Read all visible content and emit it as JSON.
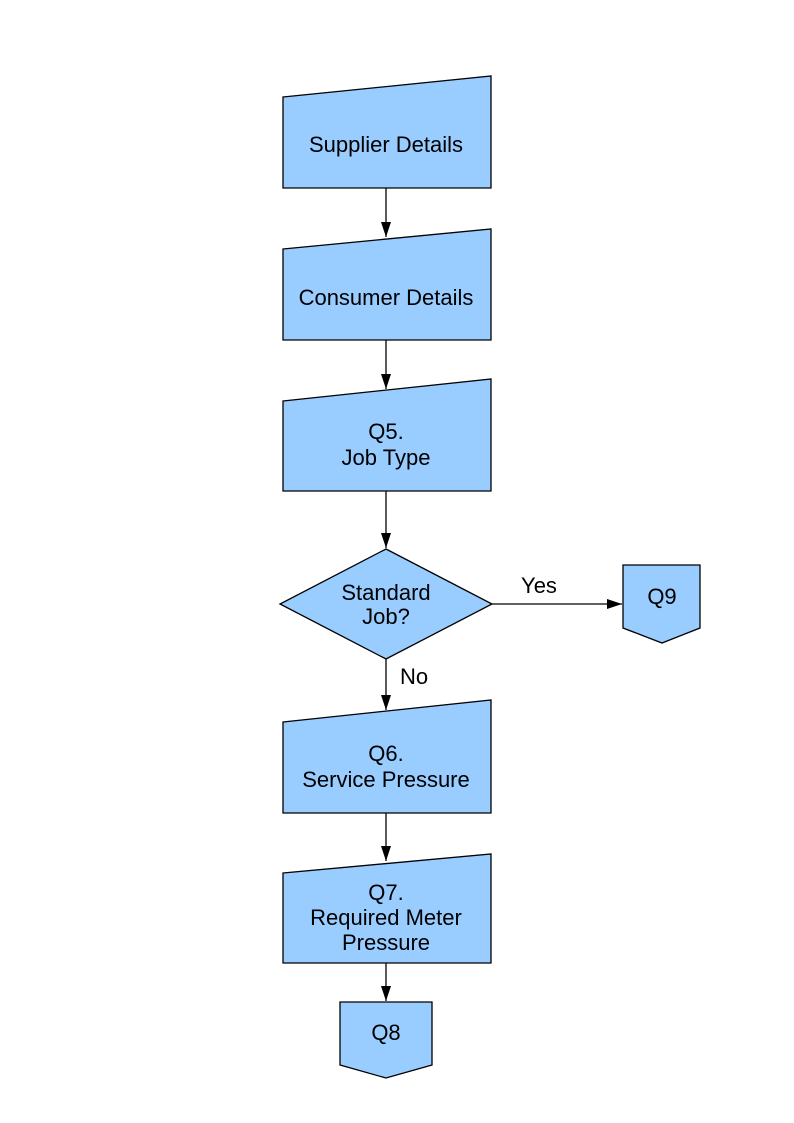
{
  "flowchart": {
    "nodes": {
      "supplier": {
        "type": "manual-input",
        "lines": [
          "Supplier Details"
        ]
      },
      "consumer": {
        "type": "manual-input",
        "lines": [
          "Consumer Details"
        ]
      },
      "q5": {
        "type": "manual-input",
        "lines": [
          "Q5.",
          "Job Type"
        ]
      },
      "standard_job": {
        "type": "decision",
        "lines": [
          "Standard",
          "Job?"
        ]
      },
      "q9": {
        "type": "off-page-connector",
        "lines": [
          "Q9"
        ]
      },
      "q6": {
        "type": "manual-input",
        "lines": [
          "Q6.",
          "Service Pressure"
        ]
      },
      "q7": {
        "type": "manual-input",
        "lines": [
          "Q7.",
          "Required Meter",
          "Pressure"
        ]
      },
      "q8": {
        "type": "off-page-connector",
        "lines": [
          "Q8"
        ]
      }
    },
    "edge_labels": {
      "yes": "Yes",
      "no": "No"
    },
    "colors": {
      "node_fill": "#99CCFF",
      "node_stroke": "#000000",
      "connector": "#000000",
      "text": "#000000",
      "background": "#FFFFFF"
    }
  }
}
